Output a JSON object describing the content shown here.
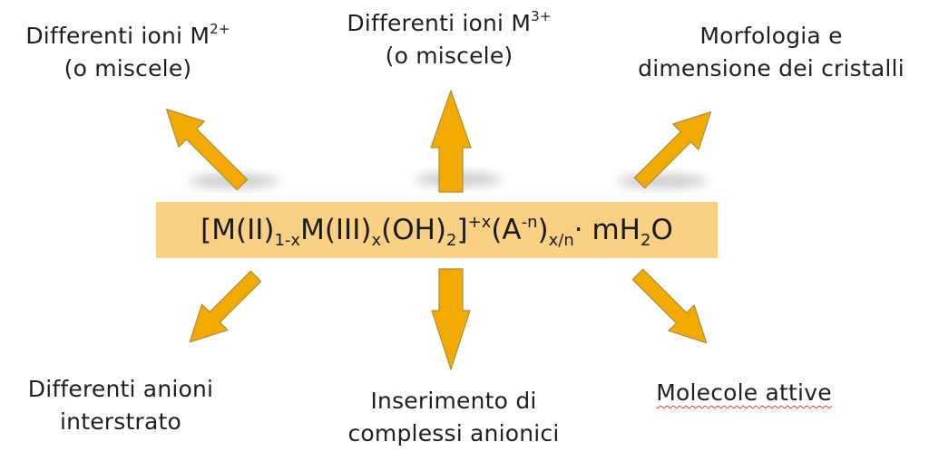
{
  "labels": {
    "top_left": {
      "line1": "Differenti ioni M",
      "line1_sup": "2+",
      "line2": "(o miscele)"
    },
    "top_center": {
      "line1": "Differenti ioni M",
      "line1_sup": "3+",
      "line2": "(o miscele)"
    },
    "top_right": {
      "line1": "Morfologia e",
      "line2": "dimensione dei cristalli"
    },
    "bottom_left": {
      "line1": "Differenti anioni",
      "line2": "interstrato"
    },
    "bottom_center": {
      "line1": "Inserimento di",
      "line2": "complessi anionici"
    },
    "bottom_right": {
      "line1": "Molecole attive"
    }
  },
  "formula": {
    "p1": "[M(II)",
    "s1": "1-x",
    "p2": "M(III)",
    "s2": "x",
    "p3": "(OH)",
    "s3": "2",
    "p4": "]",
    "sup1": "+x",
    "p5": "(A",
    "sup2": "-n",
    "p6": ")",
    "s4": "x/n",
    "p7": "· mH",
    "s5": "2",
    "p8": "O"
  },
  "colors": {
    "arrow_fill": "#f2a900",
    "arrow_stroke": "#ad8d3a",
    "formula_bg": "#fad182"
  }
}
